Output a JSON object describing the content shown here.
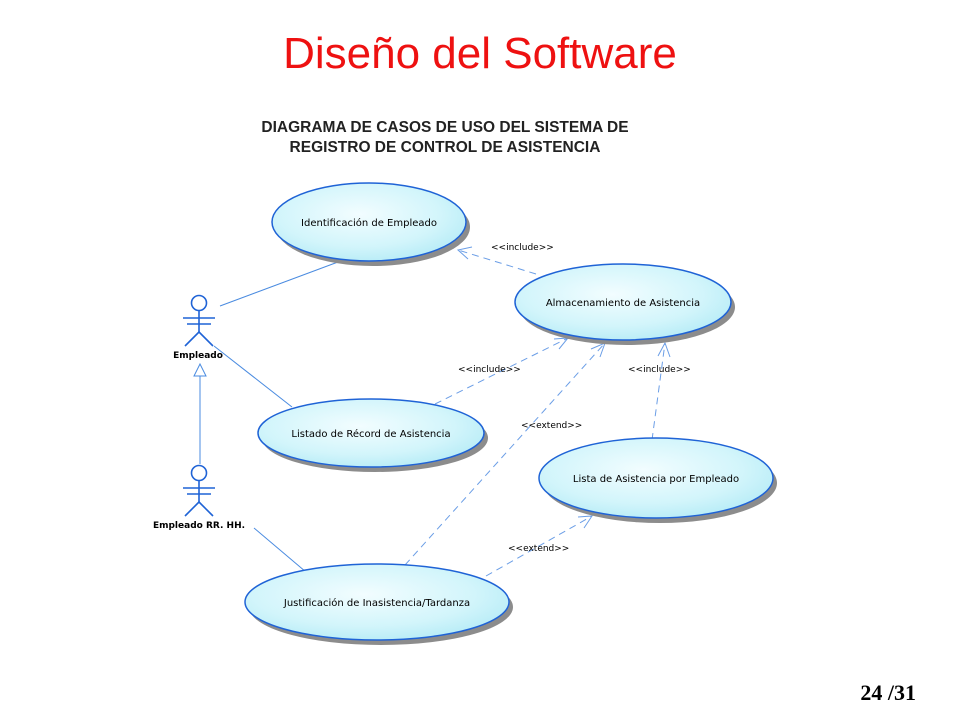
{
  "slide": {
    "title": "Diseño del Software",
    "page_current": "24",
    "page_total": "/31"
  },
  "diagram": {
    "heading_line1": "DIAGRAMA DE CASOS DE USO DEL SISTEMA DE",
    "heading_line2": "REGISTRO DE CONTROL DE ASISTENCIA",
    "actors": [
      {
        "id": "empleado",
        "name": "Empleado"
      },
      {
        "id": "empleado-rrhh",
        "name": "Empleado RR. HH."
      }
    ],
    "use_cases": [
      {
        "id": "identificacion",
        "name": "Identificación de Empleado"
      },
      {
        "id": "almacenamiento",
        "name": "Almacenamiento de Asistencia"
      },
      {
        "id": "listado",
        "name": "Listado de Récord de Asistencia"
      },
      {
        "id": "lista-empleado",
        "name": "Lista de Asistencia por Empleado"
      },
      {
        "id": "justificacion",
        "name": "Justificación de Inasistencia/Tardanza"
      }
    ],
    "relations": [
      {
        "from": "empleado",
        "to": "identificacion",
        "type": "association"
      },
      {
        "from": "empleado",
        "to": "listado",
        "type": "association"
      },
      {
        "from": "empleado-rrhh",
        "to": "empleado",
        "type": "generalization"
      },
      {
        "from": "empleado-rrhh",
        "to": "justificacion",
        "type": "association"
      },
      {
        "from": "almacenamiento",
        "to": "identificacion",
        "type": "include",
        "label": "<<include>>"
      },
      {
        "from": "listado",
        "to": "almacenamiento",
        "type": "include",
        "label": "<<include>>"
      },
      {
        "from": "lista-empleado",
        "to": "almacenamiento",
        "type": "include",
        "label": "<<include>>"
      },
      {
        "from": "justificacion",
        "to": "almacenamiento",
        "type": "extend",
        "label": "<<extend>>"
      },
      {
        "from": "justificacion",
        "to": "lista-empleado",
        "type": "extend",
        "label": "<<extend>>"
      }
    ]
  },
  "colors": {
    "title": "#ee1111",
    "use_case_fill": "#ccf4fa",
    "use_case_stroke": "#1f63d6",
    "relation_line": "#4a8be0"
  }
}
